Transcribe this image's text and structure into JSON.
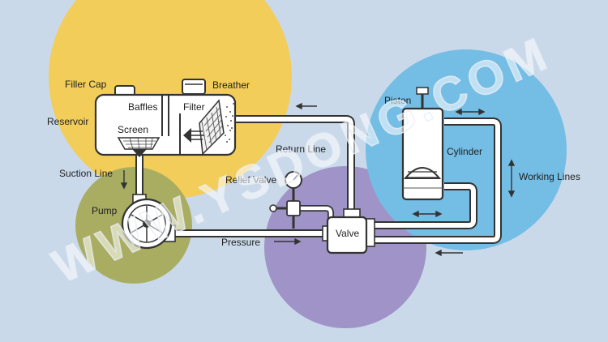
{
  "diagram": {
    "labels": {
      "filler_cap": "Filler Cap",
      "breather": "Breather",
      "baffles": "Baffles",
      "filter": "Filter",
      "reservoir": "Reservoir",
      "screen": "Screen",
      "suction_line": "Suction Line",
      "pump": "Pump",
      "return_line": "Return Line",
      "relief_valve": "Relief Valve",
      "valve": "Valve",
      "pressure": "Pressure",
      "piston": "Piston",
      "cylinder": "Cylinder",
      "working_lines": "Working Lines"
    },
    "colors": {
      "background": "#c9d9ea",
      "circle_yellow": "#f3cd5a",
      "circle_green": "#a9ad62",
      "circle_purple": "#9f93c7",
      "circle_blue": "#74bde5",
      "component_fill": "#ffffff",
      "outline": "#333333"
    }
  },
  "watermark": "WWW.YSDONG.COM"
}
